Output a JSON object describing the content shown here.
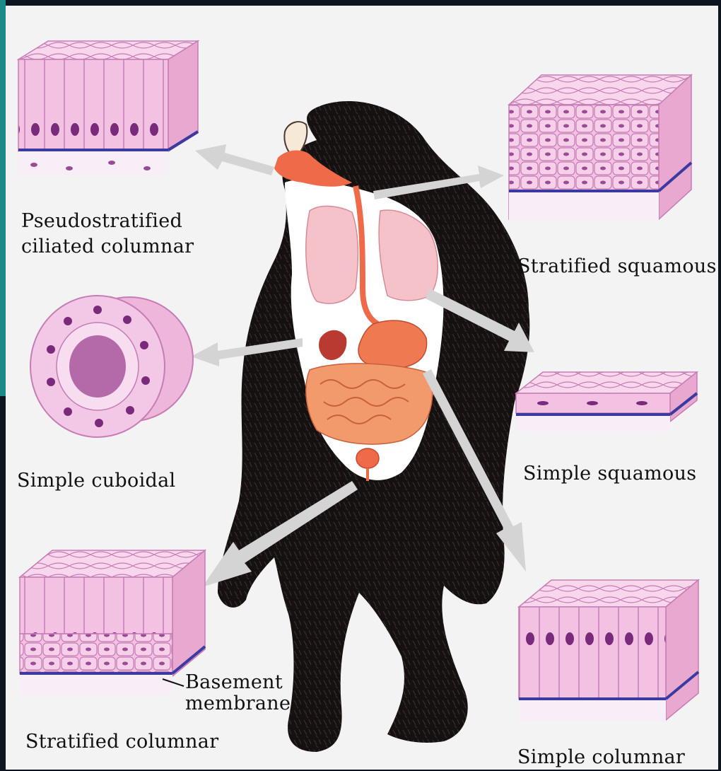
{
  "labels": {
    "pseudostratified_line1": "Pseudostratified",
    "pseudostratified_line2": "ciliated columnar",
    "stratified_squamous": "Stratified squamous",
    "simple_cuboidal": "Simple cuboidal",
    "simple_squamous": "Simple squamous",
    "stratified_columnar": "Stratified columnar",
    "basement_line1": "Basement",
    "basement_line2": "membrane",
    "simple_columnar": "Simple columnar"
  },
  "colors": {
    "background": "#f4f3f3",
    "tissue_pink": "#f0b8dc",
    "tissue_outline": "#c878b0",
    "nucleus": "#7a2a7a",
    "basement": "#3a3aa0",
    "fur": "#1a1414",
    "organ_orange": "#f0805a",
    "lung_pink": "#f5c4c8",
    "arrow_gray": "#d2d2d2"
  }
}
